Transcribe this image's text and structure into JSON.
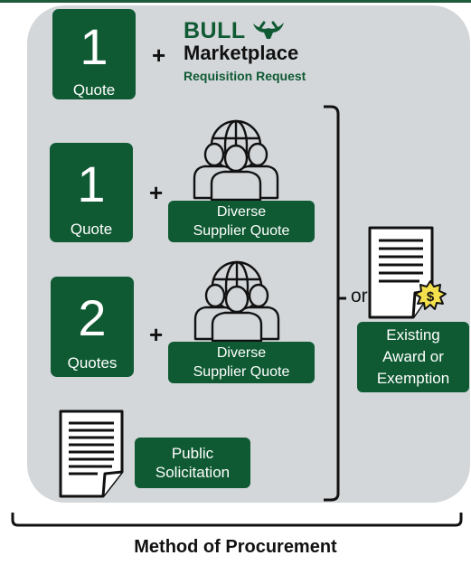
{
  "row1": {
    "number": "1",
    "label": "Quote"
  },
  "bull_marketplace": {
    "brand": "BULL",
    "name": "Marketplace",
    "subtitle": "Requisition Request"
  },
  "row2": {
    "number": "1",
    "label": "Quote",
    "supplier_label_line1": "Diverse",
    "supplier_label_line2": "Supplier Quote"
  },
  "row3": {
    "number": "2",
    "label": "Quotes",
    "supplier_label_line1": "Diverse",
    "supplier_label_line2": "Supplier Quote"
  },
  "row4": {
    "label_line1": "Public",
    "label_line2": "Solicitation"
  },
  "plus_symbol": "+",
  "or_text": "or",
  "existing": {
    "line1": "Existing",
    "line2": "Award or",
    "line3": "Exemption",
    "badge_symbol": "$"
  },
  "footer": {
    "title": "Method of Procurement"
  },
  "colors": {
    "green": "#0f5a33",
    "panel": "#d3d7da",
    "badge": "#f4e04d"
  },
  "icons": [
    "bull-horns-icon",
    "diverse-people-globe-icon",
    "document-icon",
    "award-document-icon"
  ]
}
